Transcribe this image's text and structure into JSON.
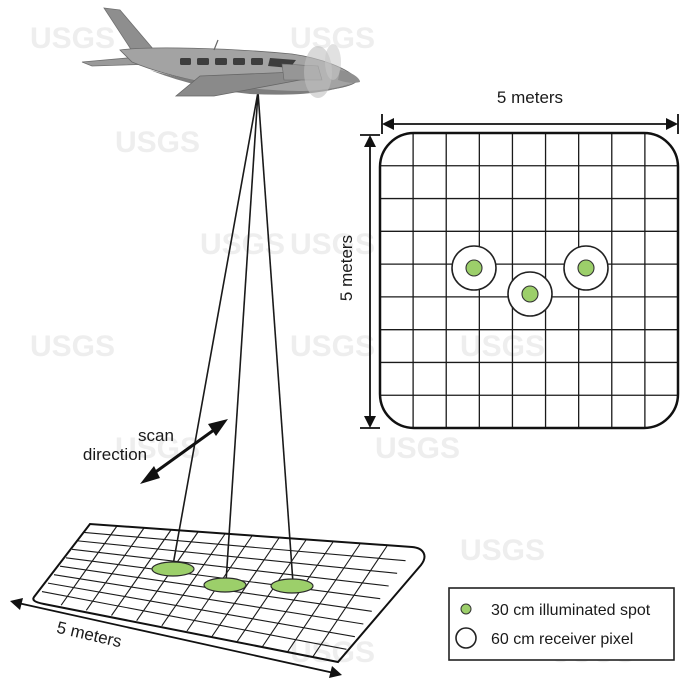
{
  "watermark": {
    "text": "USGS",
    "color": "#ececec"
  },
  "aircraft": {
    "icon": "airplane-icon",
    "color": "#8c8c8c"
  },
  "grid_panel": {
    "width_label": "5 meters",
    "height_label": "5 meters",
    "line_color": "#1a1a1a"
  },
  "ground": {
    "width_label": "5 meters",
    "scan_label_line1": "scan",
    "scan_label_line2": "direction"
  },
  "spot_color": "#9ccf6a",
  "legend": {
    "items": [
      {
        "icon": "green-dot-icon",
        "label": "30 cm illuminated spot"
      },
      {
        "icon": "open-circle-icon",
        "label": "60 cm receiver pixel"
      }
    ]
  }
}
